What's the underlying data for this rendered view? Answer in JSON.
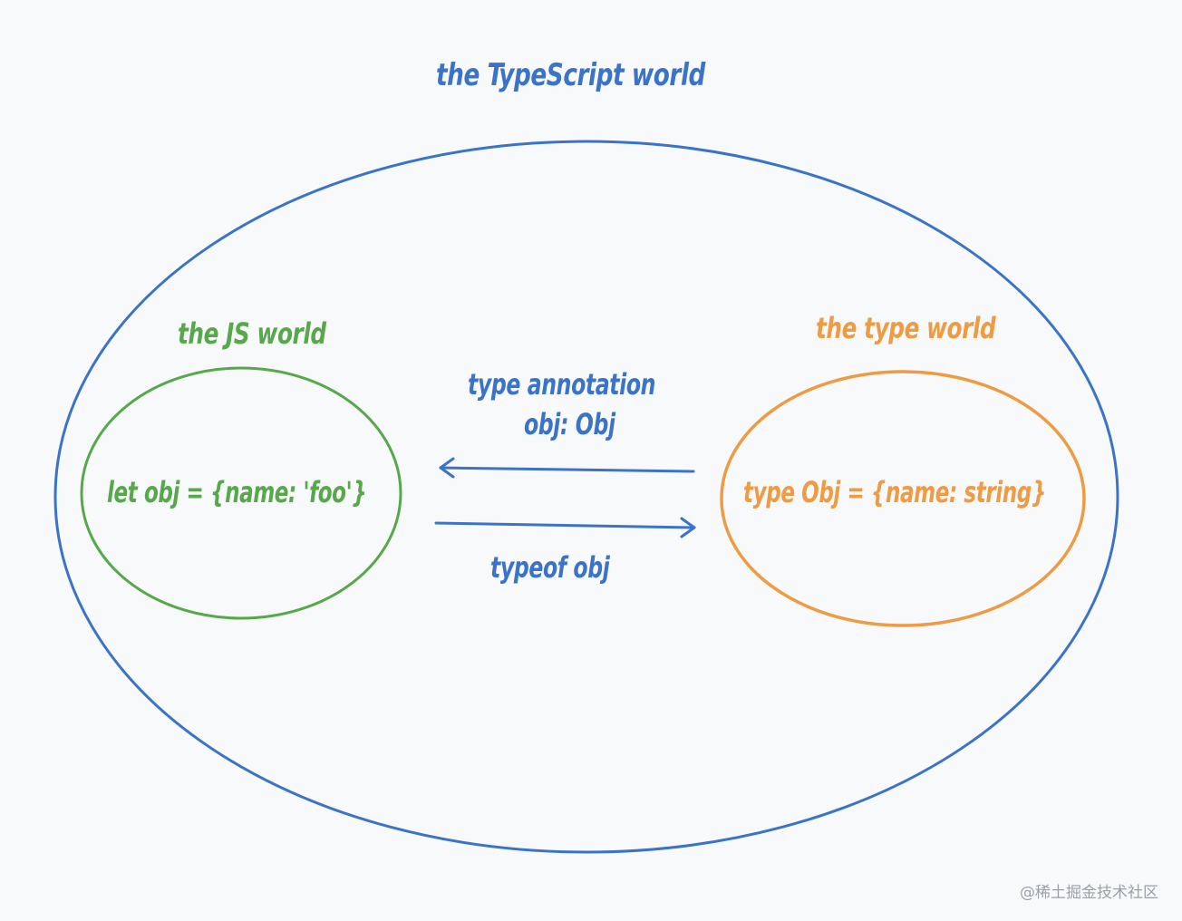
{
  "colors": {
    "background": "#f8f9fb",
    "ts_world": "#3a73c8",
    "js_world": "#56a84b",
    "type_world": "#ee9b43",
    "watermark": "#9aa0a8"
  },
  "ts_world": {
    "title": "the TypeScript world"
  },
  "js_world": {
    "title": "the JS world",
    "code": "let obj = {name: 'foo'}"
  },
  "type_world": {
    "title": "the type world",
    "code": "type Obj = {name: string}"
  },
  "arrows": {
    "to_js": {
      "label_line1": "type annotation",
      "label_line2": "obj: Obj"
    },
    "to_type": {
      "label": "typeof obj"
    }
  },
  "watermark": "@稀土掘金技术社区"
}
